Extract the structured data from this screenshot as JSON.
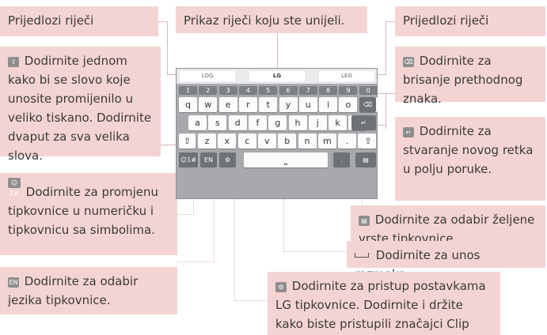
{
  "colors": {
    "callout_bg": "#f4d4d2",
    "connector": "#d9b8b6",
    "keyboard_bg": "#a7a9ad"
  },
  "callouts": {
    "suggestions_left": "Prijedlozi riječi",
    "word_display": "Prikaz riječi koju ste unijeli.",
    "suggestions_right": "Prijedlozi riječi",
    "shift": "Dodirnite jednom kako bi se slovo koje unosite promijenilo u veliko tiskano. Dodirnite dvaput za sva velika slova.",
    "delete": "Dodirnite za brisanje prethodnog znaka.",
    "enter": "Dodirnite za stvaranje novog retka u polju poruke.",
    "symbols": "Dodirnite za promjenu tipkovnice u numeričku i tipkovnicu sa simbolima.",
    "keyboard_type": "Dodirnite za odabir željene vrste tipkovnice.",
    "space": "Dodirnite za unos razmaka.",
    "language": "Dodirnite za odabir jezika tipkovnice.",
    "settings": "Dodirnite za pristup postavkama LG tipkovnice. Dodirnite i držite kako biste pristupili značajci Clip Tray."
  },
  "icons": {
    "shift_icon": "⇧",
    "delete_icon": "⌫",
    "enter_icon": "↵",
    "symbols_icon": "☺1#",
    "keyboard_type_icon": "▤",
    "language_icon": "EN",
    "settings_icon": "⚙"
  },
  "keyboard": {
    "suggestions": [
      "LOG",
      "LG",
      "LEG"
    ],
    "number_row": [
      "1",
      "2",
      "3",
      "4",
      "5",
      "6",
      "7",
      "8",
      "9",
      "0"
    ],
    "row1": [
      "q",
      "w",
      "e",
      "r",
      "t",
      "y",
      "u",
      "i",
      "o",
      "p"
    ],
    "row2": [
      "a",
      "s",
      "d",
      "f",
      "g",
      "h",
      "j",
      "k",
      "l"
    ],
    "row3": [
      "z",
      "x",
      "c",
      "v",
      "b",
      "n",
      "m",
      ".",
      "?"
    ],
    "bottom": {
      "symbols": "☺1#",
      "lang": "EN",
      "settings": "⚙",
      "space": "⎵",
      "period": ".",
      "type": "▤"
    }
  }
}
